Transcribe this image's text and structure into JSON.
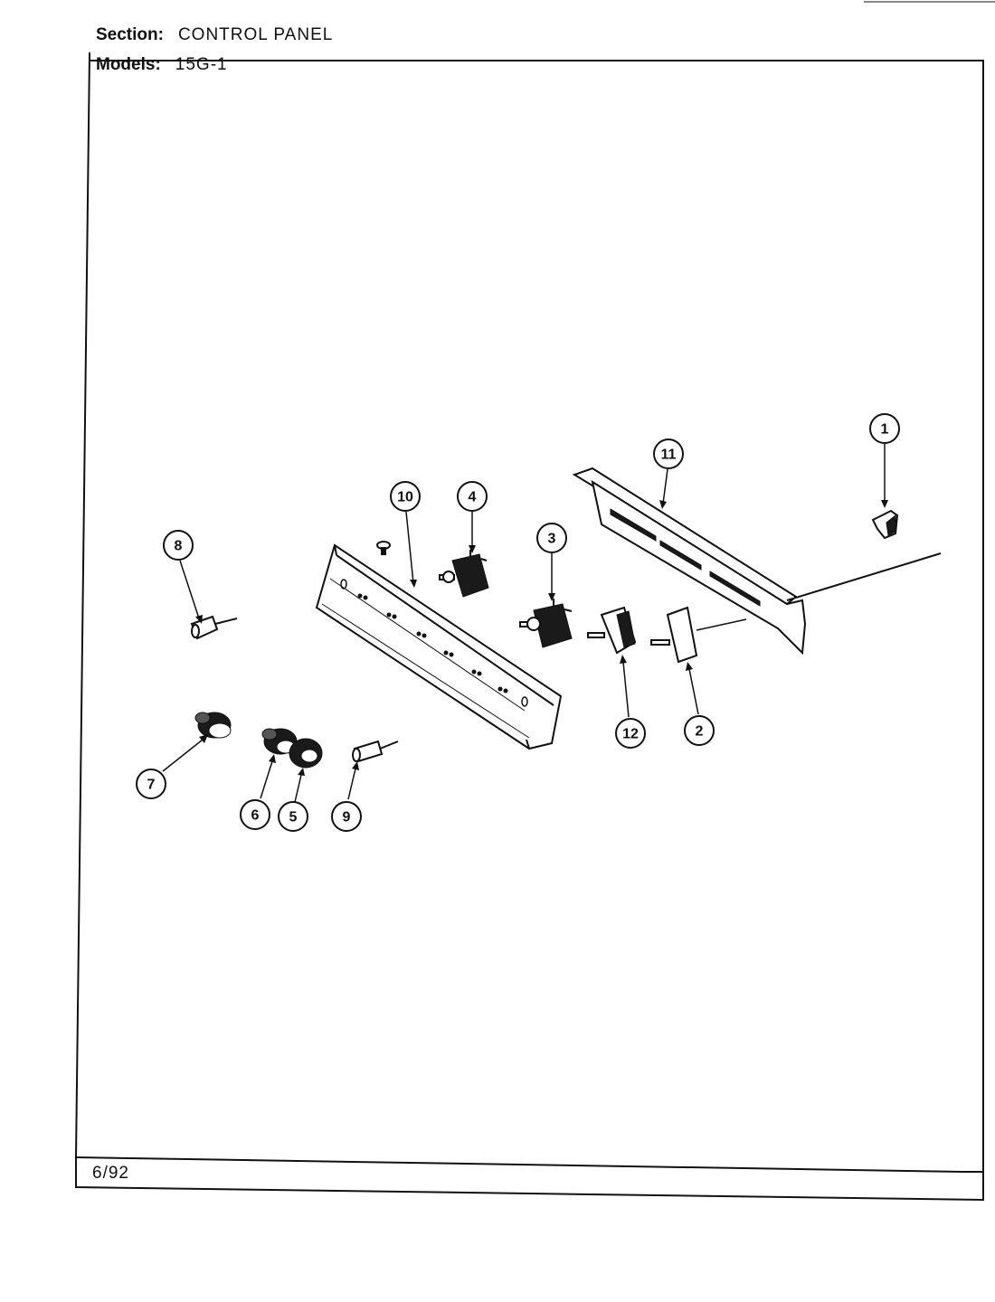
{
  "header": {
    "section_label": "Section:",
    "section_value": "CONTROL PANEL",
    "models_label": "Models:",
    "models_value": "15G-1"
  },
  "footer": {
    "date": "6/92"
  },
  "diagram": {
    "callouts": [
      "1",
      "2",
      "3",
      "4",
      "5",
      "6",
      "7",
      "8",
      "9",
      "10",
      "11",
      "12"
    ]
  }
}
